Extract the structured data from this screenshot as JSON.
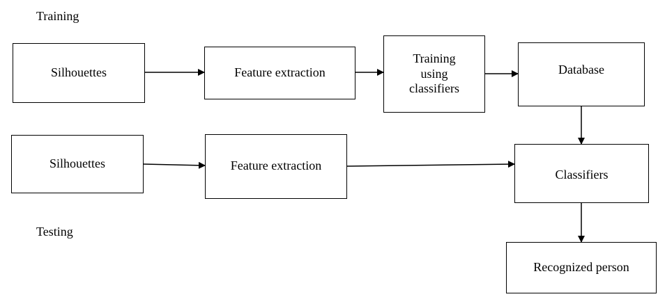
{
  "sections": {
    "training_label": "Training",
    "testing_label": "Testing"
  },
  "training_row": {
    "silhouettes": "Silhouettes",
    "feature_extraction": "Feature extraction",
    "training_classifiers_lines": [
      "Training",
      "using",
      "classifiers"
    ],
    "database": "Database"
  },
  "testing_row": {
    "silhouettes": "Silhouettes",
    "feature_extraction": "Feature extraction",
    "classifiers": "Classifiers",
    "recognized_person": "Recognized person"
  },
  "colors": {
    "stroke": "#000000",
    "background": "#ffffff"
  }
}
